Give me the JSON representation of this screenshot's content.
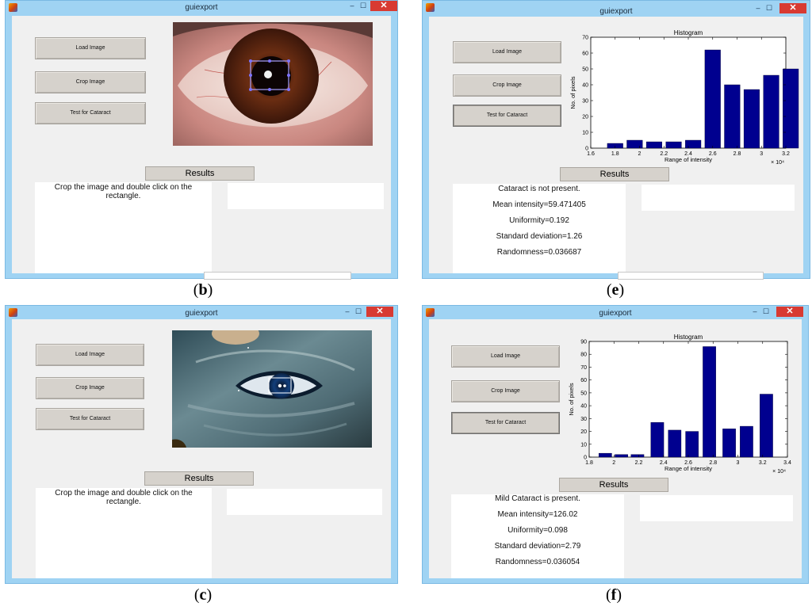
{
  "panels": {
    "b": {
      "title": "guiexport",
      "caption": "b",
      "buttons": {
        "load": "Load Image",
        "crop": "Crop Image",
        "test": "Test for Cataract"
      },
      "results_label": "Results",
      "message": "Crop the image and double click on the rectangle."
    },
    "c": {
      "title": "guiexport",
      "caption": "c",
      "buttons": {
        "load": "Load Image",
        "crop": "Crop Image",
        "test": "Test for Cataract"
      },
      "results_label": "Results",
      "message": "Crop the image and double click on the rectangle."
    },
    "e": {
      "title": "guiexport",
      "caption": "e",
      "buttons": {
        "load": "Load Image",
        "crop": "Crop Image",
        "test": "Test for Cataract"
      },
      "results_label": "Results",
      "stats": [
        "Cataract is not present.",
        "Mean intensity=59.471405",
        "Uniformity=0.192",
        "Standard deviation=1.26",
        "Randomness=0.036687"
      ]
    },
    "f": {
      "title": "guiexport",
      "caption": "f",
      "buttons": {
        "load": "Load Image",
        "crop": "Crop Image",
        "test": "Test for Cataract"
      },
      "results_label": "Results",
      "stats": [
        "Mild Cataract is present.",
        "Mean intensity=126.02",
        "Uniformity=0.098",
        "Standard deviation=2.79",
        "Randomness=0.036054"
      ]
    }
  },
  "window_controls": {
    "minimize": "–",
    "maximize": "☐",
    "close": "✕"
  },
  "chart_data": [
    {
      "panel": "e",
      "type": "bar",
      "title": "Histogram",
      "xlabel": "Range of intensity",
      "ylabel": "No. of pixels",
      "x_multiplier": "× 10⁴",
      "xlim": [
        1.6,
        3.2
      ],
      "ylim": [
        0,
        70
      ],
      "xticks": [
        1.6,
        1.8,
        2,
        2.2,
        2.4,
        2.6,
        2.8,
        3,
        3.2
      ],
      "xtick_labels": [
        "1.6",
        "1.8",
        "2",
        "2.2",
        "2.4",
        "2.6",
        "2.8",
        "3",
        "3.2"
      ],
      "yticks": [
        0,
        10,
        20,
        30,
        40,
        50,
        60,
        70
      ],
      "x": [
        1.8,
        1.96,
        2.12,
        2.28,
        2.44,
        2.6,
        2.76,
        2.92,
        3.08,
        3.24
      ],
      "values": [
        3,
        5,
        4,
        4,
        5,
        62,
        40,
        37,
        46,
        50
      ],
      "bar_color": "#00008f"
    },
    {
      "panel": "f",
      "type": "bar",
      "title": "Histogram",
      "xlabel": "Range of intensity",
      "ylabel": "No. of pixels",
      "x_multiplier": "× 10⁴",
      "xlim": [
        1.8,
        3.4
      ],
      "ylim": [
        0,
        90
      ],
      "xticks": [
        1.8,
        2,
        2.2,
        2.4,
        2.6,
        2.8,
        3,
        3.2,
        3.4
      ],
      "xtick_labels": [
        "1.8",
        "2",
        "2.2",
        "2.4",
        "2.6",
        "2.8",
        "3",
        "3.2",
        "3.4"
      ],
      "yticks": [
        0,
        10,
        20,
        30,
        40,
        50,
        60,
        70,
        80,
        90
      ],
      "x": [
        1.93,
        2.06,
        2.19,
        2.35,
        2.49,
        2.63,
        2.77,
        2.93,
        3.07,
        3.23
      ],
      "values": [
        3,
        2,
        2,
        27,
        21,
        20,
        86,
        22,
        24,
        49
      ],
      "bar_color": "#00008f"
    }
  ]
}
